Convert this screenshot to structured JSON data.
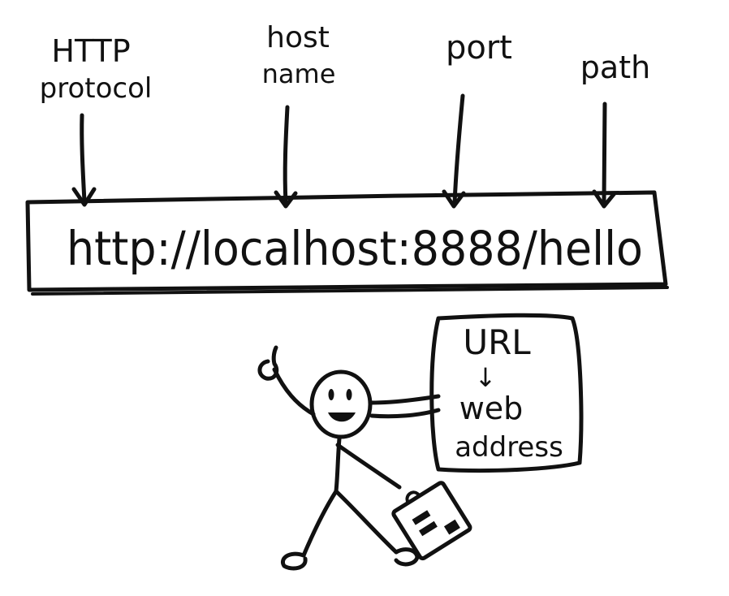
{
  "labels": {
    "protocol": [
      "HTTP",
      "protocol"
    ],
    "host": [
      "host",
      "name"
    ],
    "port": [
      "port"
    ],
    "path": [
      "path"
    ]
  },
  "url": {
    "protocol": "http://",
    "host": "localhost",
    "colon": ":",
    "port": "8888",
    "path": "/hello"
  },
  "speech_bubble": {
    "top": "URL",
    "arrow": "↓",
    "line2": "web",
    "line3": "address"
  },
  "colors": {
    "ink": "#111111",
    "background": "#ffffff"
  }
}
